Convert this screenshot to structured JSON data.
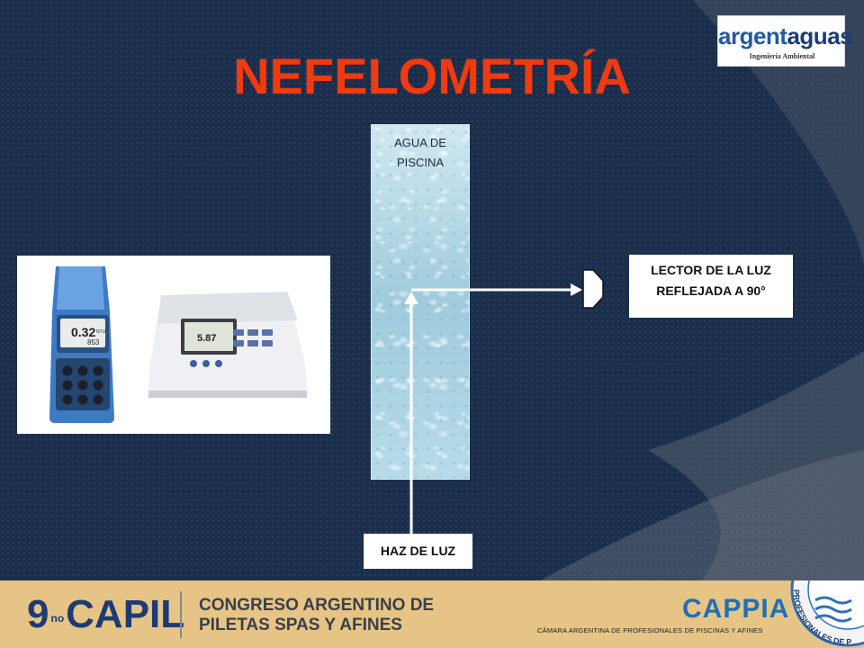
{
  "slide": {
    "title": "NEFELOMETRÍA",
    "logo": {
      "part1": "argent",
      "part2": "aguas",
      "subtitle": "Ingeniería Ambiental"
    },
    "column_label_line1": "AGUA DE",
    "column_label_line2": "PISCINA",
    "detector_label_line1": "LECTOR DE LA LUZ",
    "detector_label_line2": "REFLEJADA A 90°",
    "beam_label": "HAZ DE LUZ",
    "meter_handheld": {
      "reading": "0.32",
      "unit": "NTU",
      "sub_reading": "853"
    },
    "meter_bench": {
      "reading": "5.87"
    }
  },
  "footer": {
    "event_number": "9",
    "event_ordinal": "no",
    "event_name": "CAPIL",
    "congress_line1": "CONGRESO ARGENTINO DE",
    "congress_line2": "PILETAS SPAS Y AFINES",
    "org_short": "CAPPIA",
    "org_full": "CÁMARA ARGENTINA DE PROFESIONALES DE PISCINAS Y AFINES",
    "seal_text": "PROFESIONALES DE P"
  },
  "colors": {
    "background": "#1b2f4c",
    "title": "#f03a10",
    "footer": "#e6c485",
    "brand_blue": "#1e3a73",
    "cappia_blue": "#1f6fb8"
  },
  "icons": [
    "light-sensor-icon",
    "arrow-up-icon",
    "arrow-right-icon"
  ]
}
